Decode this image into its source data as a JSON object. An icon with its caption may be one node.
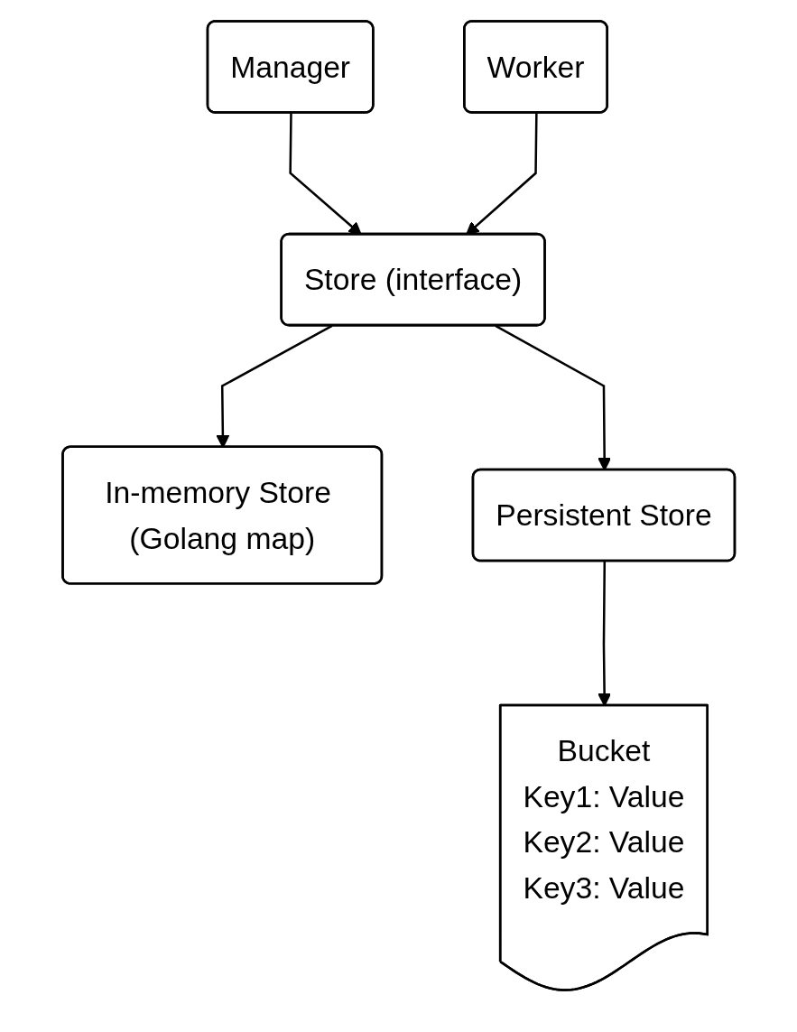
{
  "diagram": {
    "nodes": [
      {
        "text": [
          "Manager"
        ]
      },
      {
        "text": [
          "Worker"
        ]
      },
      {
        "text": [
          "Store (interface)"
        ]
      },
      {
        "text": [
          "In-memory Store (Golang map)"
        ]
      },
      {
        "text": [
          "Persistent Store"
        ]
      },
      {
        "text": [
          "Bucket",
          "Key1: Value",
          "Key2: Value",
          "Key3: Value"
        ]
      }
    ],
    "edges": [
      {
        "from": 0,
        "to": 2,
        "arrow": "to"
      },
      {
        "from": 1,
        "to": 2,
        "arrow": "to"
      },
      {
        "from": 2,
        "to": 3,
        "arrow": "to"
      },
      {
        "from": 2,
        "to": 4,
        "arrow": "to"
      },
      {
        "from": 4,
        "to": 5,
        "arrow": "to"
      }
    ]
  }
}
